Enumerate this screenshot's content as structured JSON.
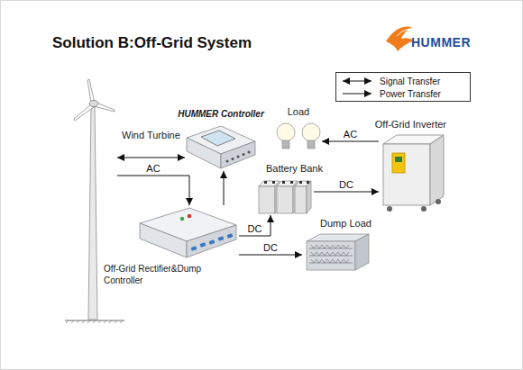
{
  "diagram": {
    "title": "Solution B:Off-Grid System",
    "nodes": [
      {
        "text": [
          "Wind Turbine"
        ]
      },
      {
        "text": [
          "HUMMER Controller"
        ]
      },
      {
        "text": [
          "Load"
        ]
      },
      {
        "text": [
          "Off-Grid Inverter"
        ]
      },
      {
        "text": [
          "Battery Bank"
        ]
      },
      {
        "text": [
          "Dump Load"
        ]
      },
      {
        "text": [
          "Off-Grid Rectifier&Dump Controller"
        ]
      }
    ],
    "edges": [
      {
        "from": 0,
        "to": 1,
        "arrow": "both"
      },
      {
        "from": 6,
        "to": 1,
        "arrow": "to"
      },
      {
        "from": 0,
        "to": 6,
        "label": "AC",
        "arrow": "to"
      },
      {
        "from": 6,
        "to": 4,
        "label": "DC",
        "arrow": "to"
      },
      {
        "from": 6,
        "to": 5,
        "label": "DC",
        "arrow": "to"
      },
      {
        "from": 4,
        "to": 3,
        "label": "DC",
        "arrow": "to"
      },
      {
        "from": 3,
        "to": 2,
        "label": "AC",
        "arrow": "to"
      }
    ],
    "labels": [
      "HUMMER"
    ],
    "legend": [
      {
        "text": "Signal Transfer"
      },
      {
        "text": "Power Transfer"
      }
    ]
  }
}
